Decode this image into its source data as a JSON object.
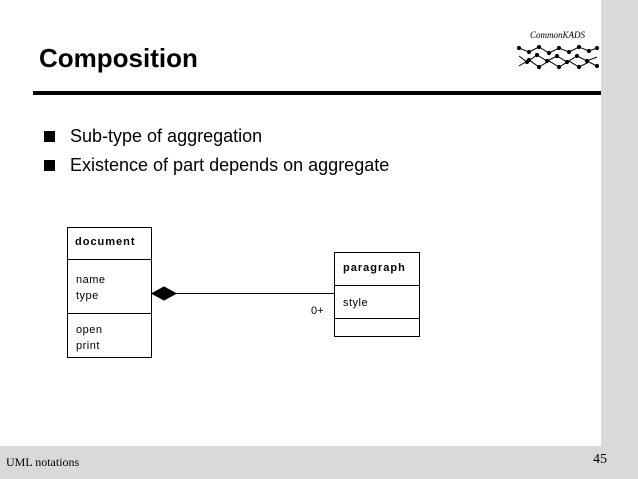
{
  "logo": {
    "text": "CommonKADS"
  },
  "slide": {
    "title": "Composition",
    "bullets": [
      "Sub-type of aggregation",
      "Existence of part depends on aggregate"
    ]
  },
  "diagram": {
    "document": {
      "name": "document",
      "attributes": [
        "name",
        "type"
      ],
      "operations": [
        "open",
        "print"
      ]
    },
    "paragraph": {
      "name": "paragraph",
      "attributes": [
        "style"
      ],
      "operations": []
    },
    "composition": {
      "multiplicity": "0+"
    }
  },
  "footer": {
    "left": "UML notations",
    "page": "45"
  }
}
